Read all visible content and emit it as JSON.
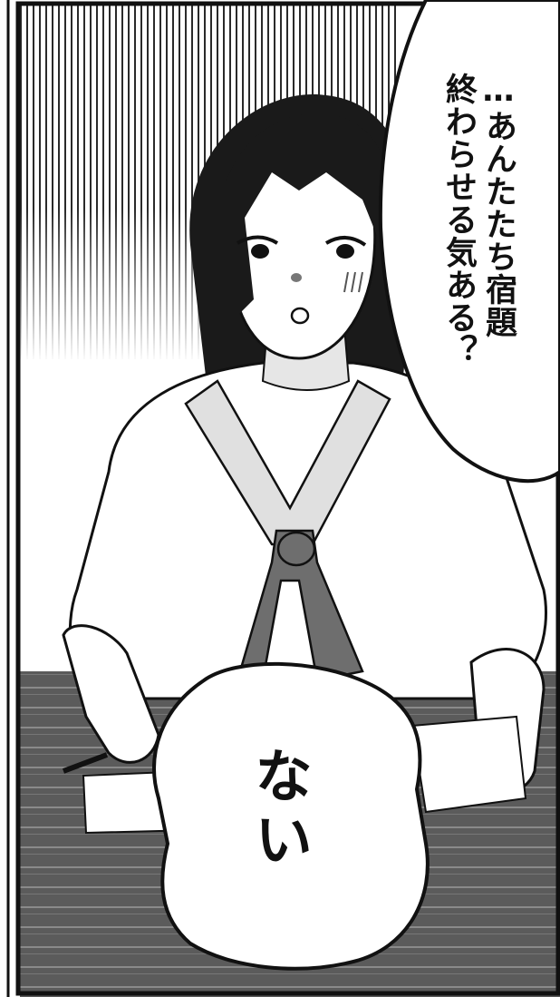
{
  "speech_top": {
    "lines": [
      "…あんたたち宿題",
      "終わらせる気ある？"
    ]
  },
  "speech_bottom": {
    "text": "ない"
  },
  "colors": {
    "ink": "#111111",
    "paper": "#ffffff",
    "desk": "#5b5b5b",
    "hair": "#1a1a1a",
    "scarf": "#6e6e6e",
    "skin_shade": "#e6e6e6"
  }
}
